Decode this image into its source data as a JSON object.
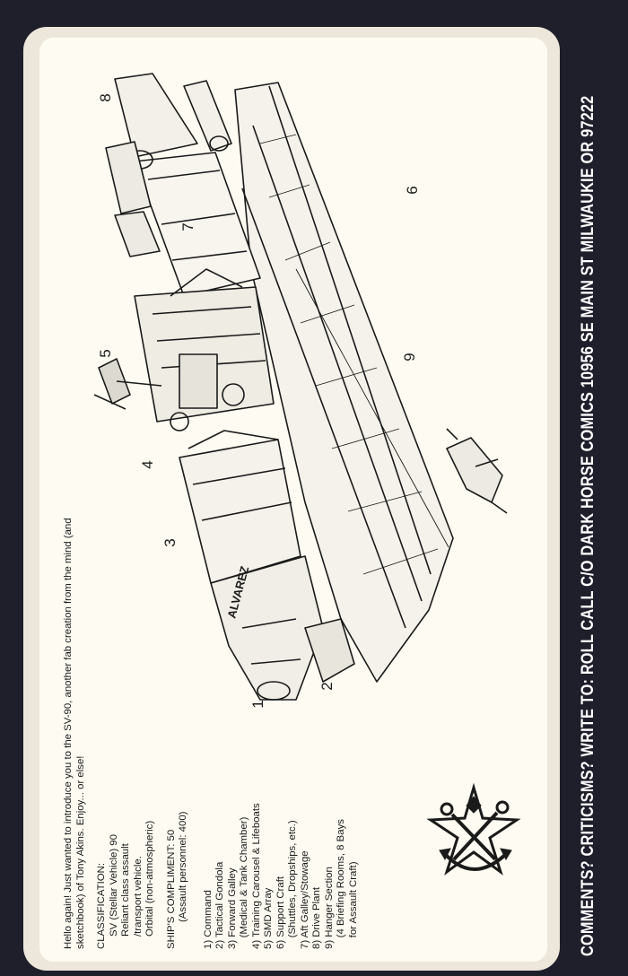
{
  "intro": "Hello again! Just wanted to introduce you to the SV-90, another fab creation from the mind (and sketchbook) of Tony Akins. Enjoy... or else!",
  "classification": {
    "heading": "CLASSIFICATION:",
    "lines": [
      "SV (Stellar Vehicle) 90",
      "Reliant class assault",
      "/transport vehicle.",
      "Orbital (non-atmospheric)"
    ]
  },
  "compliment": {
    "heading": "SHIP'S COMPLIMENT: 50",
    "sub": "(Assault personnel: 400)"
  },
  "legend": [
    "1) Command",
    "2) Tactical Gondola",
    "3) Forward Galley",
    "    (Medical & Tank Chamber)",
    "4) Training Carousel & Lifeboats",
    "5) SMD Array",
    "6) Support Craft",
    "    (Shuttles, Dropships, etc.)",
    "7) Aft Galley/Stowage",
    "8) Drive Plant",
    "9) Hanger Section",
    "    (4 Briefing Rooms, 8 Bays",
    "    for Assault Craft)"
  ],
  "callouts": [
    "1",
    "2",
    "3",
    "4",
    "5",
    "6",
    "7",
    "8",
    "9"
  ],
  "hull_marking": "ALVAREZ",
  "footer": "COMMENTS? CRITICISMS? WRITE TO: ROLL CALL C/O DARK HORSE COMICS 10956 SE MAIN ST MILWAUKIE OR 97222",
  "colors": {
    "background": "#1f1e2b",
    "card": "#ece7da",
    "ink": "#1a1a1a"
  }
}
